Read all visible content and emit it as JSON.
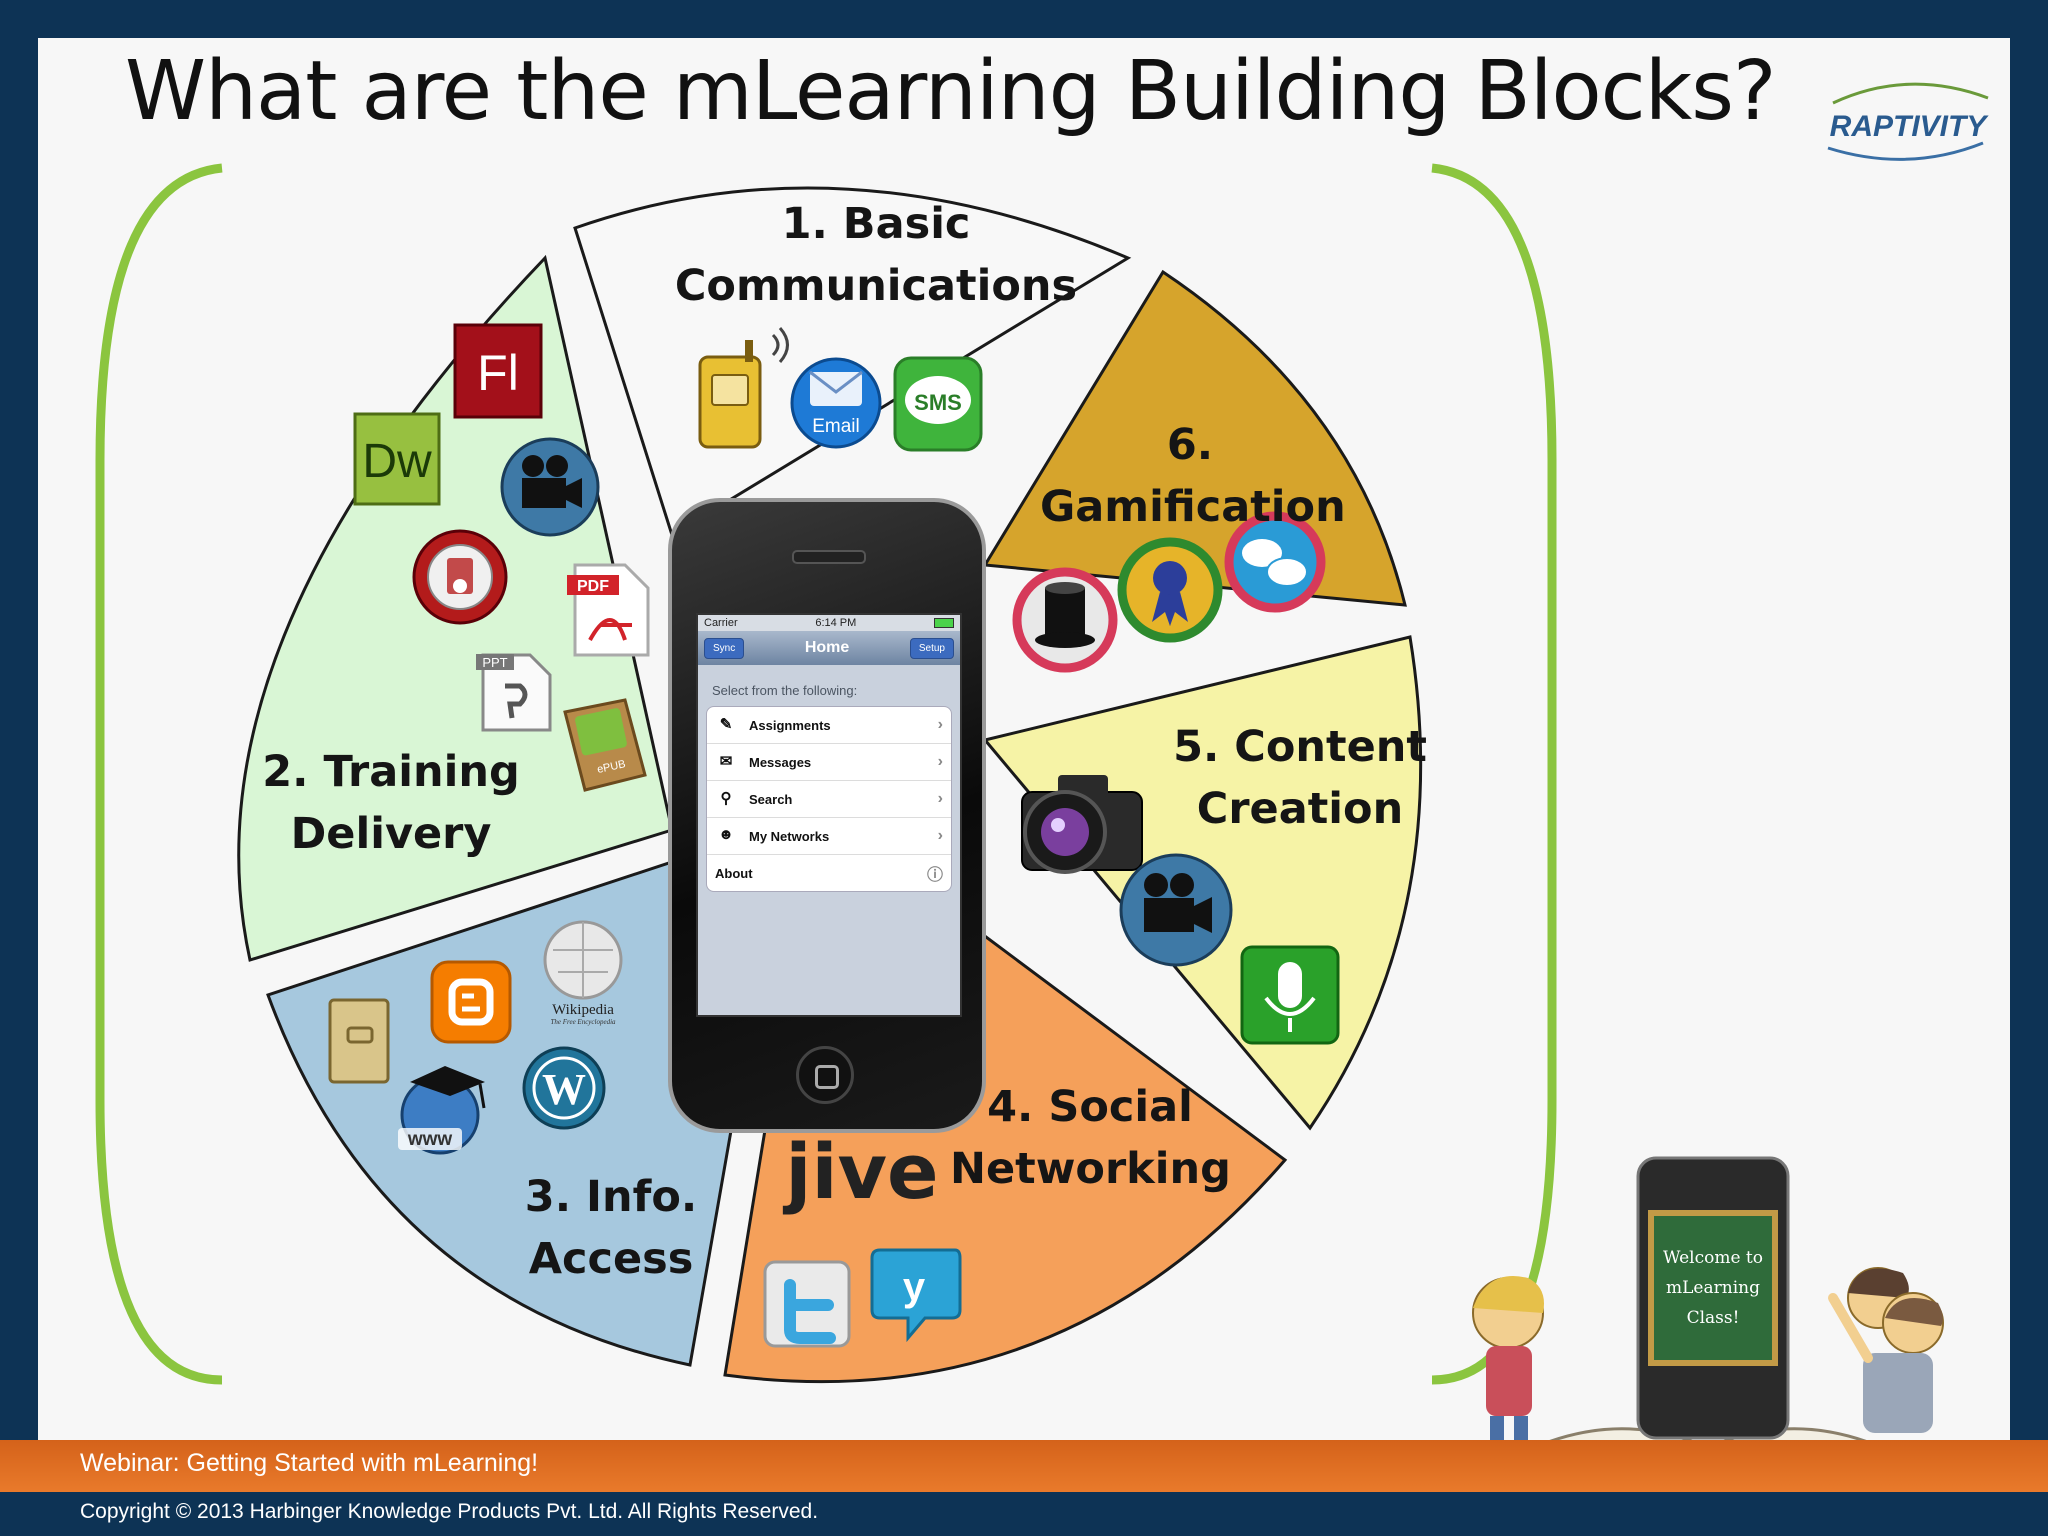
{
  "slide": {
    "title": "What are the mLearning Building Blocks?",
    "logo_text": "RAPTIVITY"
  },
  "segments": [
    {
      "id": "basic-communications",
      "label_lines": [
        "1. Basic",
        "Communications"
      ],
      "color": "#f7f7f7",
      "icons": [
        "phone-icon",
        "email-icon",
        "sms-icon"
      ],
      "icon_texts": {
        "email": "Email",
        "sms": "SMS"
      }
    },
    {
      "id": "training-delivery",
      "label_lines": [
        "2. Training",
        "Delivery"
      ],
      "color": "#d9f6d5",
      "icons": [
        "flash-icon",
        "dreamweaver-icon",
        "video-camera-icon",
        "audio-player-icon",
        "pdf-icon",
        "ppt-icon",
        "epub-icon"
      ],
      "icon_texts": {
        "flash": "Fl",
        "dreamweaver": "Dw",
        "pdf": "PDF",
        "ppt": "PPT",
        "epub": "ePUB"
      }
    },
    {
      "id": "info-access",
      "label_lines": [
        "3. Info.",
        "Access"
      ],
      "color": "#a6c8de",
      "icons": [
        "book-icon",
        "blogger-icon",
        "wikipedia-icon",
        "www-globe-icon",
        "wordpress-icon"
      ],
      "icon_texts": {
        "wikipedia": "Wikipedia",
        "wikipedia_sub": "The Free Encyclopedia",
        "www": "www"
      }
    },
    {
      "id": "social-networking",
      "label_lines": [
        "4. Social",
        "Networking"
      ],
      "color": "#f5a05a",
      "icons": [
        "jive-icon",
        "twitter-icon",
        "yammer-icon"
      ],
      "icon_texts": {
        "jive": "jive"
      }
    },
    {
      "id": "content-creation",
      "label_lines": [
        "5. Content",
        "Creation"
      ],
      "color": "#f6f3a6",
      "icons": [
        "camera-icon",
        "video-camera-icon",
        "microphone-icon"
      ]
    },
    {
      "id": "gamification",
      "label_lines": [
        "6.",
        "Gamification"
      ],
      "color": "#d6a42c",
      "icons": [
        "top-hat-badge-icon",
        "ribbon-badge-icon",
        "chat-badge-icon"
      ]
    }
  ],
  "phone": {
    "carrier": "Carrier",
    "time": "6:14 PM",
    "nav_title": "Home",
    "left_button": "Sync",
    "right_button": "Setup",
    "prompt": "Select from the following:",
    "menu": [
      {
        "label": "Assignments",
        "icon": "pencil-icon"
      },
      {
        "label": "Messages",
        "icon": "envelope-icon"
      },
      {
        "label": "Search",
        "icon": "magnifier-icon"
      },
      {
        "label": "My Networks",
        "icon": "people-icon"
      },
      {
        "label": "About",
        "icon": "info-icon"
      }
    ]
  },
  "illustration": {
    "board_lines": [
      "Welcome to",
      "mLearning",
      "Class!"
    ]
  },
  "footer": {
    "webinar": "Webinar: Getting Started with mLearning!",
    "copyright": "Copyright © 2013 Harbinger Knowledge Products Pvt. Ltd. All Rights Reserved."
  },
  "colors": {
    "border": "#0d3355",
    "bracket": "#8bc53f",
    "footer": "#e06d22"
  }
}
